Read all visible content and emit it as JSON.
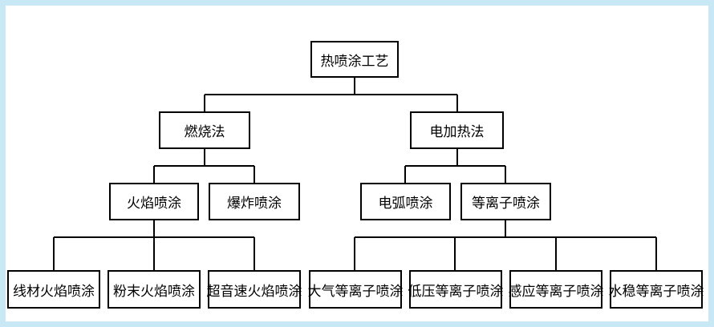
{
  "diagram": {
    "nodes": {
      "root": "热喷涂工艺",
      "combustion": "燃烧法",
      "electric": "电加热法",
      "flame": "火焰喷涂",
      "detonation": "爆炸喷涂",
      "arc": "电弧喷涂",
      "plasma": "等离子喷涂",
      "wire_flame": "线材火焰喷涂",
      "powder_flame": "粉末火焰喷涂",
      "hvof": "超音速火焰喷涂",
      "atmospheric_plasma": "大气等离子喷涂",
      "low_pressure_plasma": "低压等离子喷涂",
      "induction_plasma": "感应等离子喷涂",
      "water_stabilized_plasma": "水稳等离子喷涂"
    }
  }
}
